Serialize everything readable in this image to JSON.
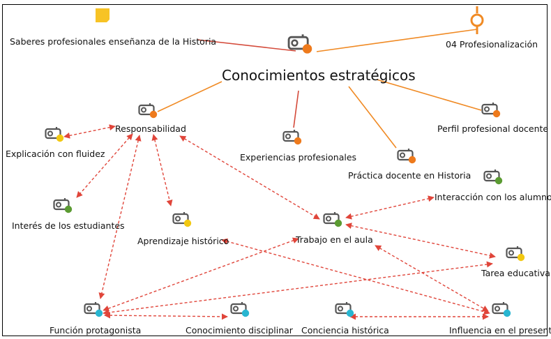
{
  "colors": {
    "edge_orange": "#F08A24",
    "edge_red": "#D44A3A",
    "edge_dashed": "#E0453A",
    "dot_orange": "#EE7A1C",
    "dot_yellow": "#F2C811",
    "dot_green": "#5B9B32",
    "dot_cyan": "#29B6D1",
    "icon_gray": "#555555",
    "memo_yellow": "#F7C325",
    "theme_orange": "#F08A24"
  },
  "nodes": {
    "saberes": {
      "label": "Saberes profesionales enseñanza de la Historia",
      "icon": "memo-icon"
    },
    "profesional04": {
      "label": "04 Profesionalización",
      "icon": "theme-icon"
    },
    "center": {
      "label": "Conocimientos estratégicos",
      "icon": "code-icon",
      "dot": "orange"
    },
    "responsab": {
      "label": "Responsabilidad",
      "icon": "code-icon",
      "dot": "orange"
    },
    "experiencias": {
      "label": "Experiencias profesionales",
      "icon": "code-icon",
      "dot": "orange"
    },
    "practica": {
      "label": "Práctica docente en Historia",
      "icon": "code-icon",
      "dot": "orange"
    },
    "perfil": {
      "label": "Perfil profesional docente",
      "icon": "code-icon",
      "dot": "orange"
    },
    "explicacion": {
      "label": "Explicación con fluidez",
      "icon": "code-icon",
      "dot": "yellow"
    },
    "interes": {
      "label": "Interés de los estudiantes",
      "icon": "code-icon",
      "dot": "green"
    },
    "aprendizaje": {
      "label": "Aprendizaje histórico",
      "icon": "code-icon",
      "dot": "yellow"
    },
    "interaccion": {
      "label": "Interacción con los alumnos",
      "icon": "code-icon",
      "dot": "green"
    },
    "trabajo": {
      "label": "Trabajo en el aula",
      "icon": "code-icon",
      "dot": "green"
    },
    "tarea": {
      "label": "Tarea educativa",
      "icon": "code-icon",
      "dot": "yellow"
    },
    "funcion": {
      "label": "Función protagonista",
      "icon": "code-icon",
      "dot": "cyan"
    },
    "conocdisc": {
      "label": "Conocimiento disciplinar",
      "icon": "code-icon",
      "dot": "cyan"
    },
    "conciencia": {
      "label": "Conciencia histórica",
      "icon": "code-icon",
      "dot": "cyan"
    },
    "influencia": {
      "label": "Influencia en el  presente",
      "icon": "code-icon",
      "dot": "cyan"
    }
  },
  "edges": [
    {
      "from": "saberes",
      "to": "center",
      "style": "solid-red"
    },
    {
      "from": "center",
      "to": "profesional04",
      "style": "solid-orange"
    },
    {
      "from": "center",
      "to": "responsab",
      "style": "solid-orange"
    },
    {
      "from": "center",
      "to": "experiencias",
      "style": "solid-red"
    },
    {
      "from": "center",
      "to": "practica",
      "style": "solid-orange"
    },
    {
      "from": "center",
      "to": "perfil",
      "style": "solid-orange"
    },
    {
      "from": "responsab",
      "to": "explicacion",
      "style": "dashed-bidirectional"
    },
    {
      "from": "responsab",
      "to": "interes",
      "style": "dashed-bidirectional"
    },
    {
      "from": "responsab",
      "to": "aprendizaje",
      "style": "dashed-bidirectional"
    },
    {
      "from": "responsab",
      "to": "trabajo",
      "style": "dashed-bidirectional"
    },
    {
      "from": "responsab",
      "to": "funcion",
      "style": "dashed-bidirectional"
    },
    {
      "from": "trabajo",
      "to": "interaccion",
      "style": "dashed-bidirectional"
    },
    {
      "from": "trabajo",
      "to": "tarea",
      "style": "dashed-bidirectional"
    },
    {
      "from": "trabajo",
      "to": "funcion",
      "style": "dashed-bidirectional"
    },
    {
      "from": "trabajo",
      "to": "influencia",
      "style": "dashed-bidirectional"
    },
    {
      "from": "aprendizaje",
      "to": "influencia",
      "style": "dashed-bidirectional"
    },
    {
      "from": "tarea",
      "to": "funcion",
      "style": "dashed-bidirectional"
    },
    {
      "from": "funcion",
      "to": "conocdisc",
      "style": "dashed-bidirectional"
    },
    {
      "from": "conciencia",
      "to": "influencia",
      "style": "dashed-bidirectional"
    }
  ]
}
